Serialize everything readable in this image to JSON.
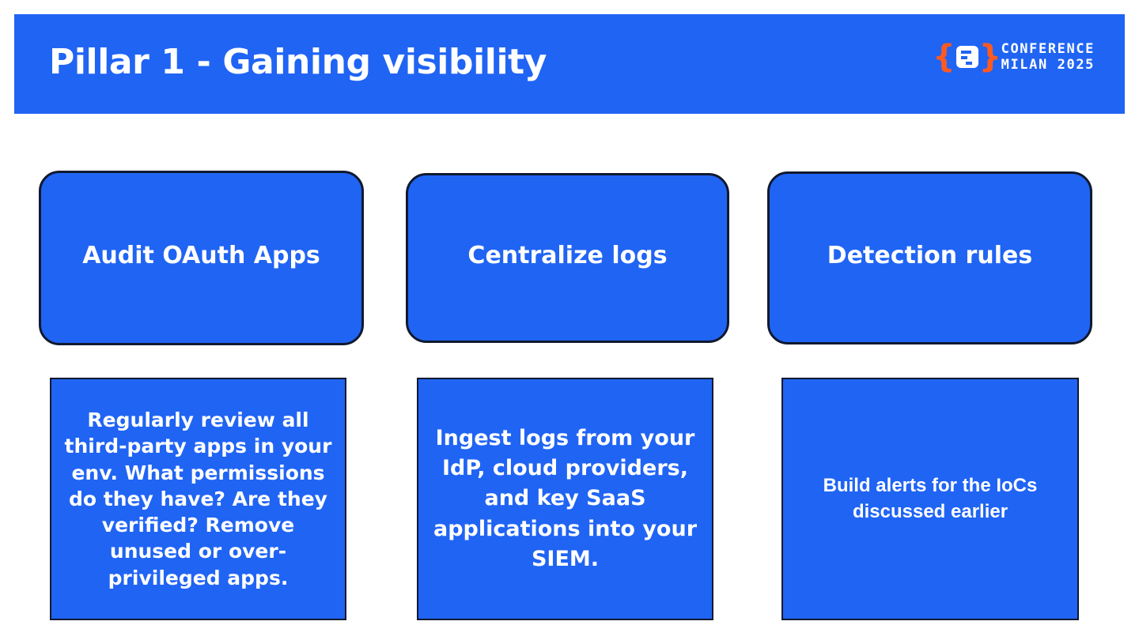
{
  "slide": {
    "title": "Pillar 1 - Gaining visibility",
    "background_color": "#ffffff",
    "accent_color": "#2064f4",
    "outline_color": "#10192e",
    "brace_color": "#ff5a1f"
  },
  "logo": {
    "brace_left": "{",
    "brace_right": "}",
    "line1": "CONFERENCE",
    "line2": "MILAN 2025"
  },
  "columns": [
    {
      "header": "Audit OAuth Apps",
      "body": "Regularly review all third-party apps in your env. What permissions do they have? Are they verified? Remove unused or over-privileged apps."
    },
    {
      "header": "Centralize logs",
      "body": "Ingest logs from your IdP, cloud providers, and key SaaS applications into your SIEM."
    },
    {
      "header": "Detection rules",
      "body": "Build alerts for the IoCs discussed earlier"
    }
  ]
}
